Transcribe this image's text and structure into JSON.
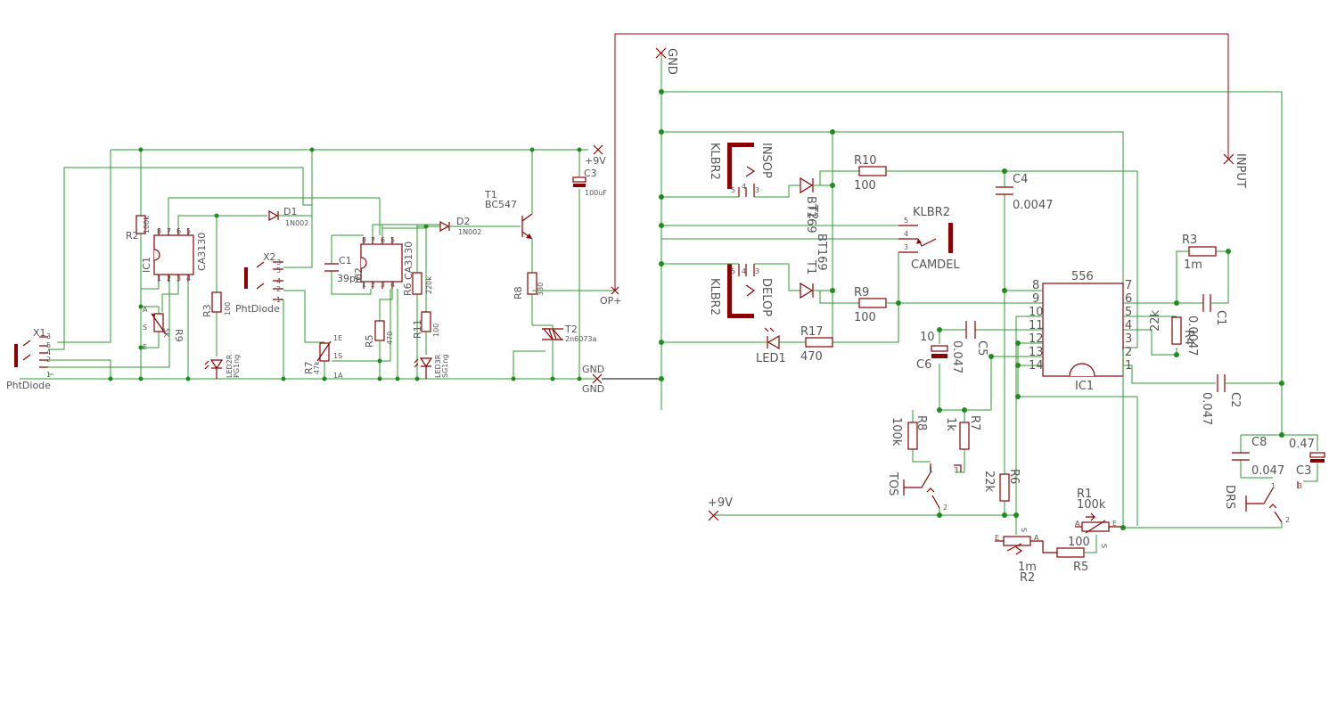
{
  "left": {
    "x1": {
      "name": "X1",
      "part": "PhtDiode",
      "pins": [
        "3",
        "5",
        "4",
        "2",
        "1"
      ]
    },
    "x2": {
      "name": "X2",
      "part": "PhtDiode",
      "pins": [
        "3",
        "5",
        "4",
        "2",
        "1"
      ]
    },
    "ic1": {
      "name": "IC1",
      "part": "CA3130",
      "pins_top": [
        "8",
        "7",
        "6",
        "5"
      ],
      "pins_bottom": [
        "1",
        "2",
        "3",
        "4"
      ]
    },
    "ic2": {
      "name": "IC2",
      "part": "CA3130",
      "pins_top": [
        "8",
        "7",
        "6",
        "5"
      ],
      "pins_bottom": [
        "1",
        "2",
        "3",
        "4"
      ]
    },
    "r2": {
      "name": "R2",
      "value": "100k"
    },
    "r9": {
      "name": "R9",
      "value": "5K",
      "pins": [
        "A",
        "S",
        "E"
      ]
    },
    "r3": {
      "name": "R3",
      "value": "100"
    },
    "led2": {
      "name": "LED2R",
      "value": "PG1ng"
    },
    "d1": {
      "name": "D1",
      "value": "1N002"
    },
    "d2": {
      "name": "D2",
      "value": "1N002"
    },
    "c1": {
      "name": "C1",
      "value": "39pF"
    },
    "r7": {
      "name": "R7",
      "value": "47k",
      "pins": [
        "1E",
        "1S",
        "1A"
      ]
    },
    "r5": {
      "name": "R5",
      "value": "470"
    },
    "r6": {
      "name": "R6",
      "value": "220k"
    },
    "r11": {
      "name": "R11",
      "value": "100"
    },
    "led3": {
      "name": "LED3R",
      "value": "SG1ng"
    },
    "t1": {
      "name": "T1",
      "value": "BC547"
    },
    "r8": {
      "name": "R8",
      "value": "330"
    },
    "t2": {
      "name": "T2",
      "value": "2n6073a"
    },
    "c3": {
      "name": "C3",
      "value": "100uF"
    },
    "nets": {
      "vcc": "+9V",
      "gnd": "GND",
      "gnd2": "GND",
      "op": "OP+"
    }
  },
  "right": {
    "nets": {
      "gnd": "GND",
      "input": "INPUT",
      "vcc": "+9V"
    },
    "klbr_insop": {
      "name": "KLBR2",
      "label": "INSOP",
      "pins": [
        "5",
        "4",
        "3"
      ]
    },
    "klbr_delop": {
      "name": "KLBR2",
      "label": "DELOP",
      "pins": [
        "5",
        "4",
        "3"
      ]
    },
    "klbr_camdel": {
      "name": "KLBR2",
      "label": "CAMDEL",
      "pins": [
        "5",
        "4",
        "3"
      ]
    },
    "t2": {
      "name": "T2",
      "value": "BT169"
    },
    "t1": {
      "name": "T1",
      "value": "BT169"
    },
    "r10": {
      "name": "R10",
      "value": "100"
    },
    "r9": {
      "name": "R9",
      "value": "100"
    },
    "r17": {
      "name": "R17",
      "value": "470"
    },
    "led1": {
      "name": "LED1"
    },
    "c4": {
      "name": "C4",
      "value": "0.0047"
    },
    "c6": {
      "name": "C6",
      "value": "10"
    },
    "c5": {
      "name": "C5",
      "value": "0.047"
    },
    "ic1": {
      "name": "IC1",
      "part": "556",
      "pins_left": [
        "8",
        "9",
        "10",
        "11",
        "12",
        "13",
        "14"
      ],
      "pins_right": [
        "7",
        "6",
        "5",
        "4",
        "3",
        "2",
        "1"
      ]
    },
    "r3": {
      "name": "R3",
      "value": "1m"
    },
    "r4": {
      "name": "R4",
      "value": "22k"
    },
    "c1": {
      "name": "C1",
      "value": "0.0047"
    },
    "c2": {
      "name": "C2",
      "value": "0.047"
    },
    "r8": {
      "name": "R8",
      "value": "100k"
    },
    "r7": {
      "name": "R7",
      "value": "1k"
    },
    "tos": {
      "name": "TOS",
      "pins": [
        "1",
        "3",
        "2"
      ]
    },
    "r6": {
      "name": "R6",
      "value": "22k"
    },
    "r1": {
      "name": "R1",
      "value": "100k",
      "pins": [
        "A",
        "E",
        "S"
      ]
    },
    "r2": {
      "name": "R2",
      "value": "1m",
      "pins": [
        "E",
        "A",
        "S"
      ]
    },
    "r5": {
      "name": "R5",
      "value": "100"
    },
    "c8": {
      "name": "C8",
      "value": "0.047"
    },
    "c3": {
      "name": "C3",
      "value": "0.47"
    },
    "drs": {
      "name": "DRS",
      "pins": [
        "1",
        "3",
        "2"
      ]
    }
  },
  "colors": {
    "wire": "#2e9a2e",
    "part": "#8b0000",
    "junction": "#1e8c1e",
    "text": "#555555"
  }
}
